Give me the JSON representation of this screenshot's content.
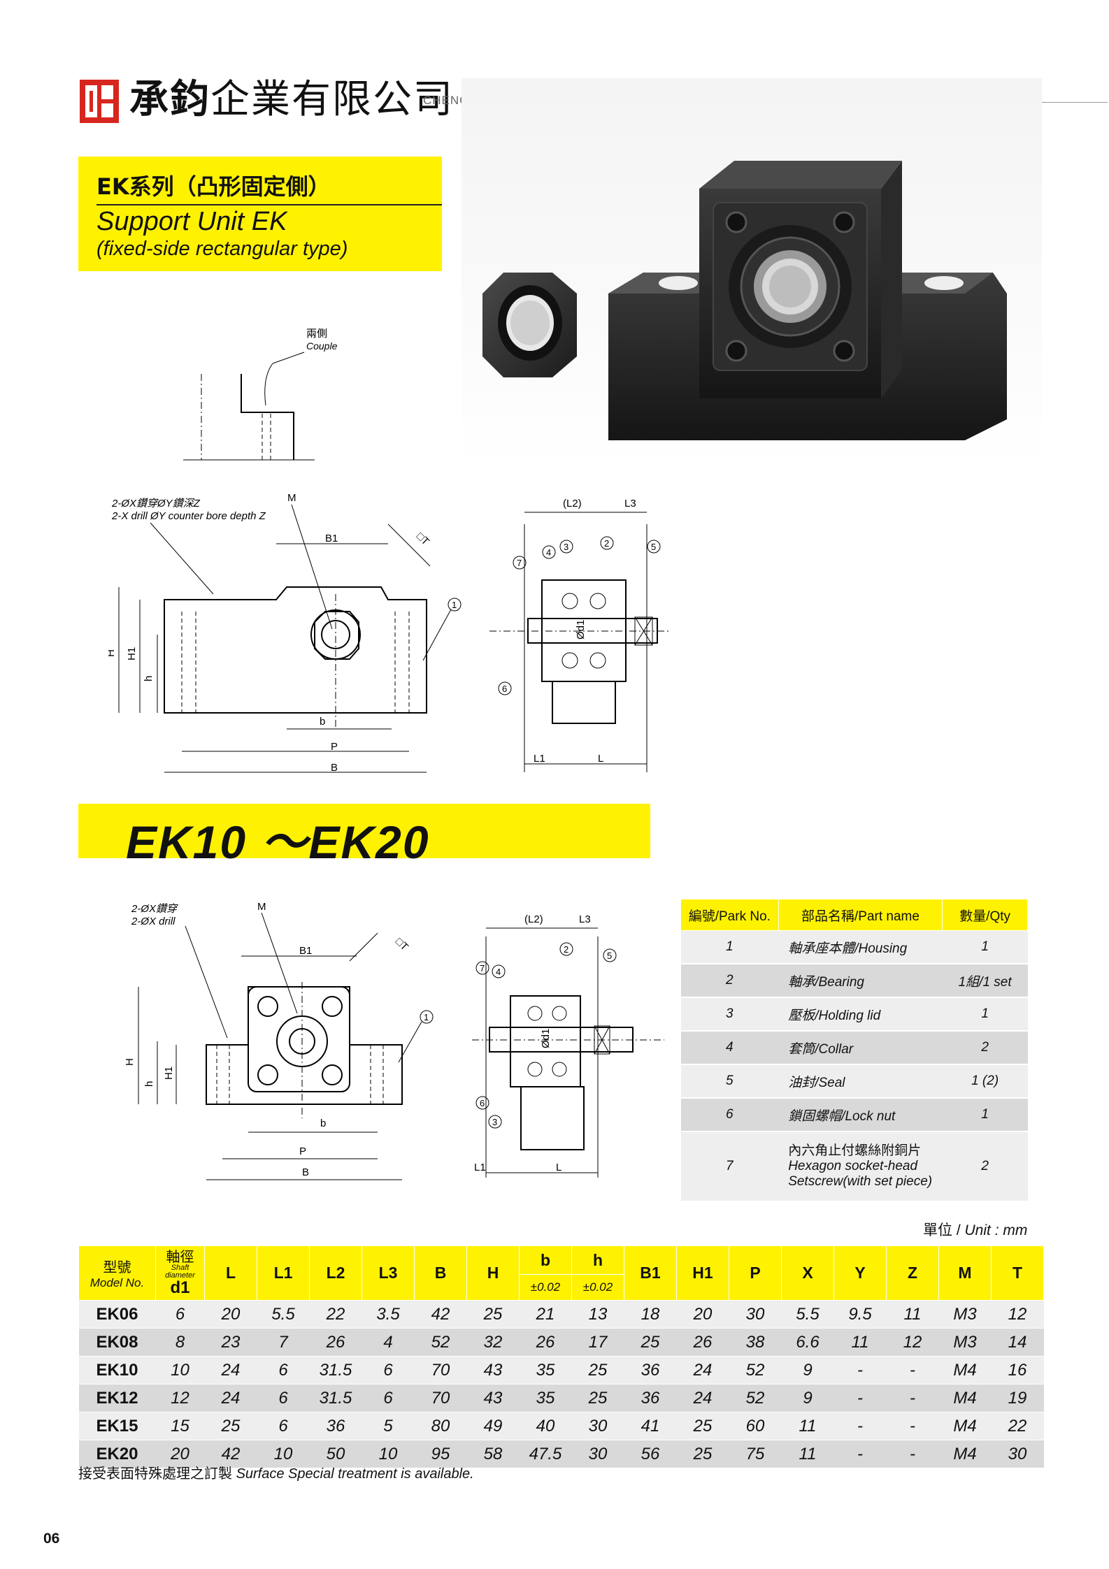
{
  "header": {
    "company_zh_bold": "承鈞",
    "company_zh_rest": "企業有限公司",
    "company_en": "CHENG JUN ENTERPRISE CO., LTD.",
    "brand_color": "#d7261e"
  },
  "series": {
    "title_zh": "EK系列（凸形固定側）",
    "title_en": "Support Unit EK",
    "subtitle_en": "(fixed-side rectangular type)",
    "accent": "#fff200"
  },
  "drawing1": {
    "couple_zh": "兩側",
    "couple_en": "Couple",
    "drill_zh": "2-ØX鑽穿ØY鑽深Z",
    "drill_en": "2-X drill ØY counter bore depth Z",
    "labels": {
      "M": "M",
      "B1": "B1",
      "T": "□T",
      "H": "H",
      "H1": "H1",
      "h": "h",
      "b": "b",
      "P": "P",
      "B": "B",
      "L2": "(L2)",
      "L3": "L3",
      "L1": "L1",
      "L": "L",
      "d1": "Ød1",
      "n1": "1",
      "n2": "2",
      "n3": "3",
      "n4": "4",
      "n5": "5",
      "n6": "6",
      "n7": "7"
    }
  },
  "range_title": "EK10 ～EK20",
  "drawing2": {
    "drill_zh": "2-ØX鑽穿",
    "drill_en": "2-ØX drill"
  },
  "parts_table": {
    "headers": {
      "no": "編號/Park No.",
      "name": "部品名稱/Part name",
      "qty": "數量/Qty"
    },
    "rows": [
      {
        "no": "1",
        "name": "軸承座本體/Housing",
        "qty": "1"
      },
      {
        "no": "2",
        "name": "軸承/Bearing",
        "qty": "1組/1 set"
      },
      {
        "no": "3",
        "name": "壓板/Holding lid",
        "qty": "1"
      },
      {
        "no": "4",
        "name": "套筒/Collar",
        "qty": "2"
      },
      {
        "no": "5",
        "name": "油封/Seal",
        "qty": "1 (2)"
      },
      {
        "no": "6",
        "name": "鎖固螺帽/Lock nut",
        "qty": "1"
      }
    ],
    "row7": {
      "no": "7",
      "name_zh": "內六角止付螺絲附銅片",
      "name_en1": "Hexagon socket-head",
      "name_en2": "Setscrew(with set piece)",
      "qty": "2"
    }
  },
  "unit": {
    "zh": "單位",
    "sep": " / ",
    "en": "Unit : mm"
  },
  "spec_table": {
    "model_zh": "型號",
    "model_en": "Model No.",
    "d1_zh": "軸徑",
    "d1_small1": "Shaft",
    "d1_small2": "diameter",
    "d1": "d1",
    "cols": [
      "L",
      "L1",
      "L2",
      "L3",
      "B",
      "H"
    ],
    "b": "b",
    "h": "h",
    "tol_b": "±0.02",
    "tol_h": "±0.02",
    "cols2": [
      "B1",
      "H1",
      "P",
      "X",
      "Y",
      "Z",
      "M",
      "T"
    ],
    "rows": [
      {
        "model": "EK06",
        "v": [
          "6",
          "20",
          "5.5",
          "22",
          "3.5",
          "42",
          "25",
          "21",
          "13",
          "18",
          "20",
          "30",
          "5.5",
          "9.5",
          "11",
          "M3",
          "12"
        ]
      },
      {
        "model": "EK08",
        "v": [
          "8",
          "23",
          "7",
          "26",
          "4",
          "52",
          "32",
          "26",
          "17",
          "25",
          "26",
          "38",
          "6.6",
          "11",
          "12",
          "M3",
          "14"
        ]
      },
      {
        "model": "EK10",
        "v": [
          "10",
          "24",
          "6",
          "31.5",
          "6",
          "70",
          "43",
          "35",
          "25",
          "36",
          "24",
          "52",
          "9",
          "-",
          "-",
          "M4",
          "16"
        ]
      },
      {
        "model": "EK12",
        "v": [
          "12",
          "24",
          "6",
          "31.5",
          "6",
          "70",
          "43",
          "35",
          "25",
          "36",
          "24",
          "52",
          "9",
          "-",
          "-",
          "M4",
          "19"
        ]
      },
      {
        "model": "EK15",
        "v": [
          "15",
          "25",
          "6",
          "36",
          "5",
          "80",
          "49",
          "40",
          "30",
          "41",
          "25",
          "60",
          "11",
          "-",
          "-",
          "M4",
          "22"
        ]
      },
      {
        "model": "EK20",
        "v": [
          "20",
          "42",
          "10",
          "50",
          "10",
          "95",
          "58",
          "47.5",
          "30",
          "56",
          "25",
          "75",
          "11",
          "-",
          "-",
          "M4",
          "30"
        ]
      }
    ]
  },
  "note": {
    "zh": "接受表面特殊處理之訂製",
    "en": "Surface Special treatment is available."
  },
  "page_number": "06"
}
